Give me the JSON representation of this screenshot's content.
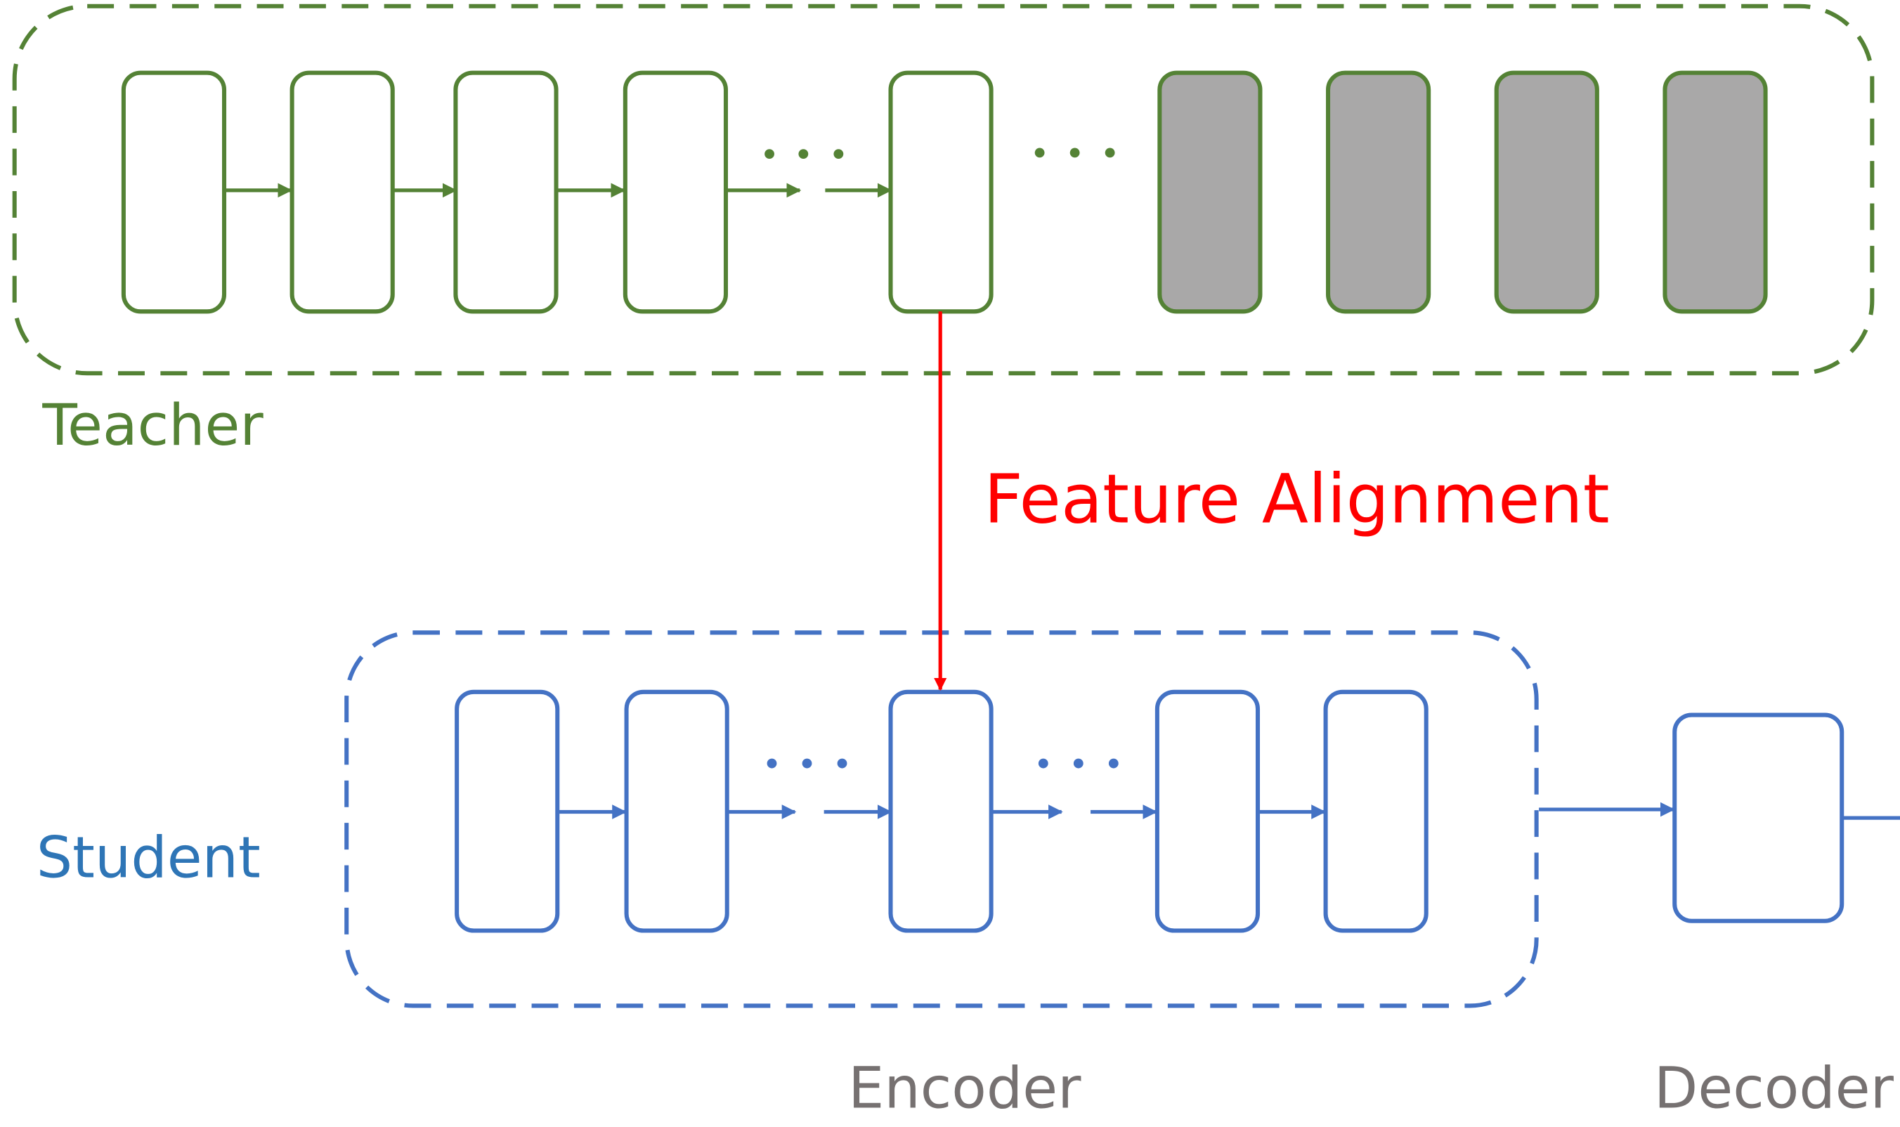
{
  "labels": {
    "teacher": "Teacher",
    "student": "Student",
    "feature_alignment": "Feature Alignment",
    "encoder": "Encoder",
    "decoder": "Decoder"
  },
  "teacher": {
    "active_layers": 5,
    "frozen_layers": 4,
    "aligned_layer": 5
  },
  "student": {
    "encoder_layers": 5,
    "aligned_layer": 3
  },
  "colors": {
    "teacher": "#548235",
    "student": "#4472c4",
    "student_label": "#2e75b6",
    "frozen_fill": "#a9a8a8",
    "alignment": "#ff0000",
    "caption": "#767171"
  }
}
